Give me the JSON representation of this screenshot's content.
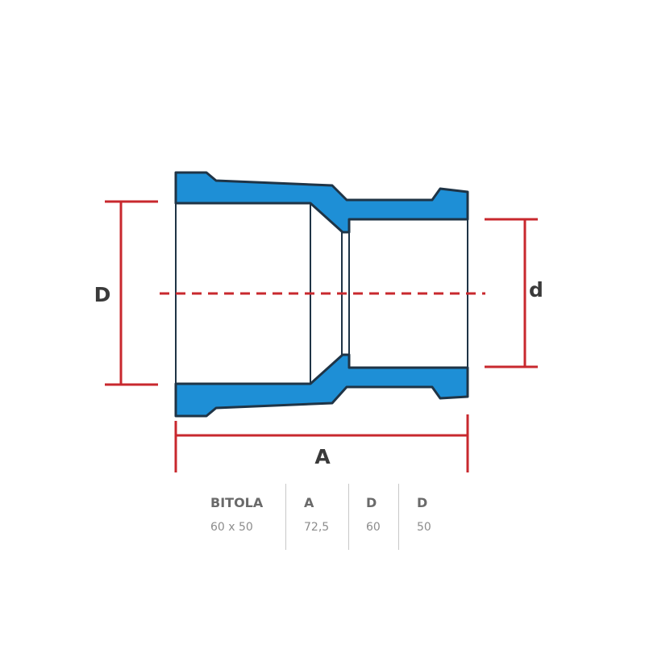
{
  "diagram": {
    "labels": {
      "outer_diameter": "D",
      "inner_diameter": "d",
      "length": "A"
    },
    "colors": {
      "pipe_fill": "#1e8fd6",
      "pipe_outline": "#1f3446",
      "dimension_lines": "#c8282e"
    }
  },
  "table": {
    "headers": [
      "BITOLA",
      "A",
      "D",
      "D"
    ],
    "row": [
      "60 x 50",
      "72,5",
      "60",
      "50"
    ]
  }
}
